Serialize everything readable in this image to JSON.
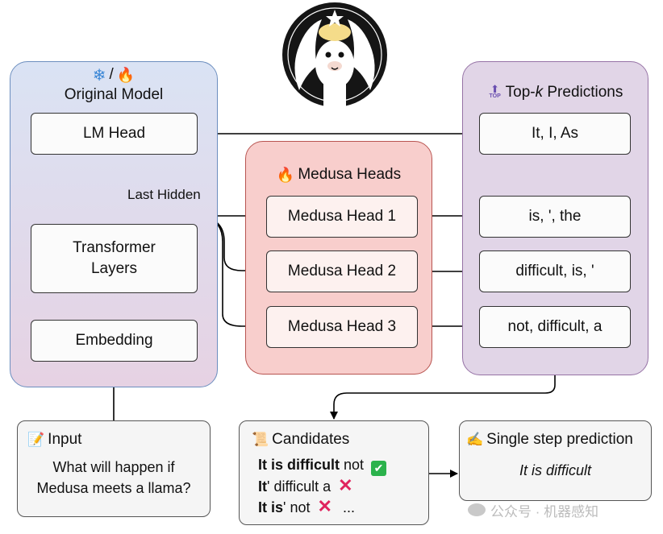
{
  "logo": {
    "icon": "llama-logo"
  },
  "original_model": {
    "title_icons": [
      "snowflake-icon",
      "fire-icon"
    ],
    "title_separator": "/",
    "title": "Original Model",
    "lm_head": "LM Head",
    "transformer_line1": "Transformer",
    "transformer_line2": "Layers",
    "embedding": "Embedding",
    "last_hidden": "Last Hidden"
  },
  "medusa": {
    "title_icon": "fire-icon",
    "title": "Medusa Heads",
    "heads": [
      "Medusa Head 1",
      "Medusa Head 2",
      "Medusa Head 3"
    ]
  },
  "predictions": {
    "title_icon": "top-arrow-icon",
    "title_prefix": "Top-",
    "title_k": "k",
    "title_suffix": " Predictions",
    "items": [
      "It, I, As",
      "is, ', the",
      "difficult, is, '",
      "not, difficult, a"
    ]
  },
  "input": {
    "icon": "memo-icon",
    "title": "Input",
    "line1": "What will happen if",
    "line2": "Medusa meets a llama?"
  },
  "candidates": {
    "icon": "scroll-icon",
    "title": "Candidates",
    "row1": {
      "bold": "It is difficult",
      "rest": " not",
      "mark": "check-icon"
    },
    "row2": {
      "bold1": "It",
      "mid": "' difficult a",
      "mark": "cross-icon"
    },
    "row3": {
      "bold1": "It is",
      "mid": "' not",
      "mark": "cross-icon",
      "tail": "..."
    }
  },
  "single_step": {
    "icon": "pencil-icon",
    "title": "Single step prediction",
    "text": "It is difficult"
  },
  "watermark": "公众号 · 机器感知",
  "colors": {
    "original_fill": "#dae3f4",
    "original_border": "#6c8ebf",
    "medusa_fill": "#f8cecc",
    "medusa_border": "#b85450",
    "pred_fill": "#e1d5e7",
    "pred_border": "#9673a6",
    "check_green": "#2bb24c",
    "cross_red": "#e0245e"
  }
}
